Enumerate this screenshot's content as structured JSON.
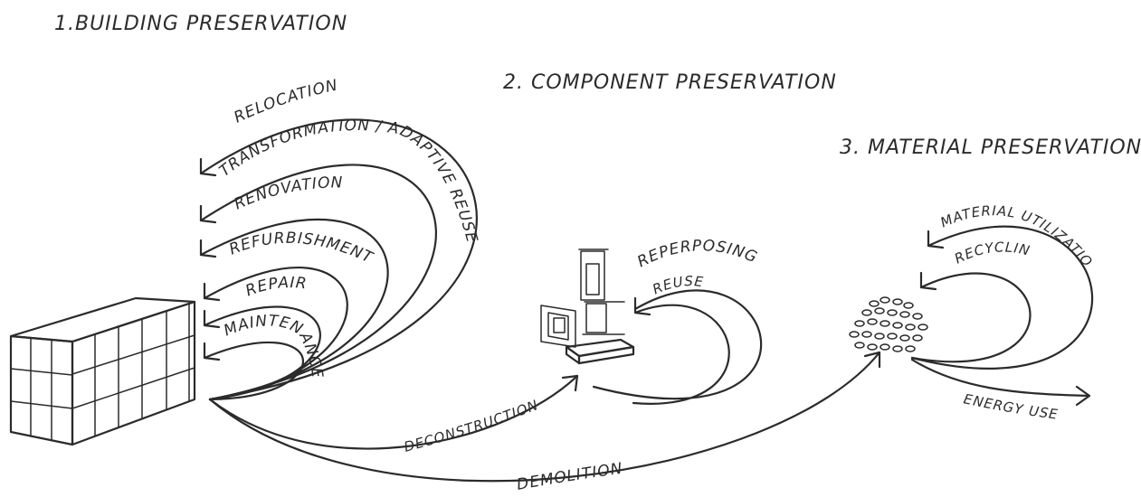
{
  "headings": {
    "building": "1.BUILDING PRESERVATION",
    "component": "2. COMPONENT PRESERVATION",
    "material": "3. MATERIAL PRESERVATION"
  },
  "building_loops": {
    "relocation": "RELOCATION",
    "transformation": "TRANSFORMATION / ADAPTIVE REUSE",
    "renovation": "RENOVATION",
    "refurbishment": "REFURBISHMENT",
    "repair": "REPAIR",
    "maintenance": "MAINTENANCE"
  },
  "component_loops": {
    "repurposing": "REPERPOSING",
    "reuse": "REUSE"
  },
  "material_loops": {
    "utilization": "MATERIAL UTILIZATION",
    "recycling": "RECYCLING"
  },
  "flows": {
    "deconstruction": "DECONSTRUCTION",
    "demolition": "DEMOLITION",
    "energy_use": "ENERGY USE"
  },
  "colors": {
    "ink": "#2b2b2b",
    "paper": "#ffffff"
  }
}
